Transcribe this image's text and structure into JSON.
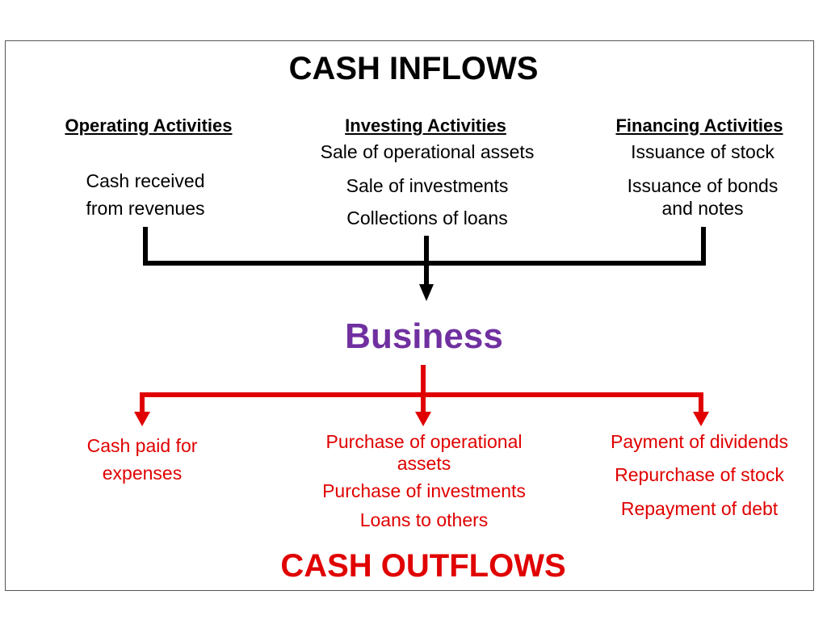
{
  "inflows_title": "CASH INFLOWS",
  "outflows_title": "CASH OUTFLOWS",
  "center_label": "Business",
  "colors": {
    "inflow": "#000000",
    "outflow": "#e00000",
    "center": "#7030a0"
  },
  "inflows": {
    "operating": {
      "heading": "Operating Activities",
      "items": [
        "Cash received",
        "from revenues"
      ]
    },
    "investing": {
      "heading": "Investing Activities",
      "items": [
        "Sale of operational assets",
        "Sale of investments",
        "Collections of loans"
      ]
    },
    "financing": {
      "heading": "Financing Activities",
      "items": [
        "Issuance of stock",
        "Issuance of bonds",
        "and notes"
      ]
    }
  },
  "outflows": {
    "operating": {
      "items": [
        "Cash paid for",
        "expenses"
      ]
    },
    "investing": {
      "items": [
        "Purchase of operational",
        "assets",
        "Purchase of investments",
        "Loans to others"
      ]
    },
    "financing": {
      "items": [
        "Payment of dividends",
        "Repurchase of stock",
        "Repayment of debt"
      ]
    }
  }
}
